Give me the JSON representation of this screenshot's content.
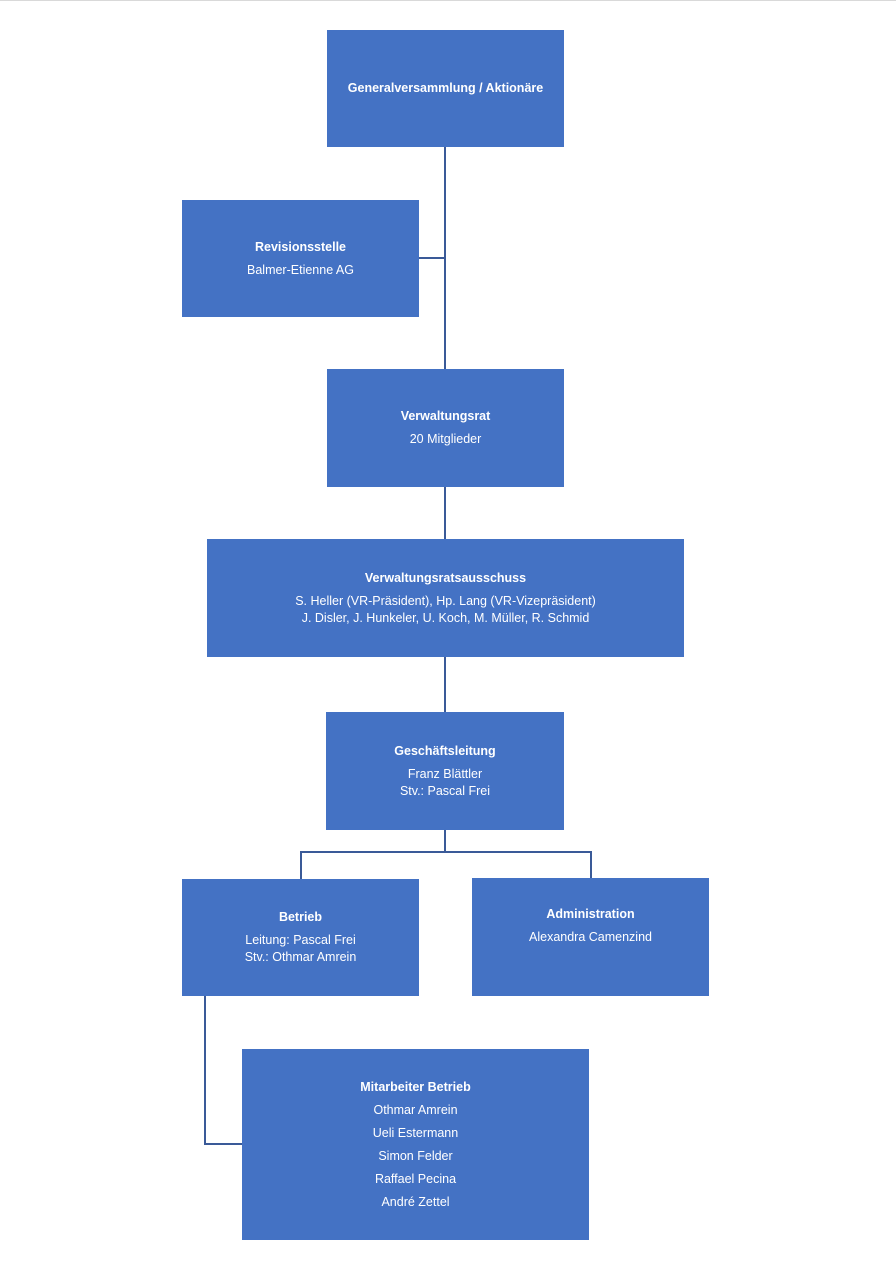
{
  "generalversammlung": {
    "title": "Generalversammlung / Aktionäre"
  },
  "revisionsstelle": {
    "title": "Revisionsstelle",
    "lines": [
      "Balmer-Etienne AG"
    ]
  },
  "verwaltungsrat": {
    "title": "Verwaltungsrat",
    "lines": [
      "20 Mitglieder"
    ]
  },
  "vr_ausschuss": {
    "title": "Verwaltungsratsausschuss",
    "lines": [
      "S. Heller (VR-Präsident), Hp. Lang (VR-Vizepräsident)",
      "J. Disler, J. Hunkeler, U. Koch, M. Müller, R. Schmid"
    ]
  },
  "geschaeftsleitung": {
    "title": "Geschäftsleitung",
    "lines": [
      "Franz Blättler",
      "Stv.: Pascal Frei"
    ]
  },
  "betrieb": {
    "title": "Betrieb",
    "lines": [
      "Leitung: Pascal Frei",
      "Stv.: Othmar Amrein"
    ]
  },
  "administration": {
    "title": "Administration",
    "lines": [
      "Alexandra Camenzind"
    ]
  },
  "mitarbeiter_betrieb": {
    "title": "Mitarbeiter Betrieb",
    "lines": [
      "Othmar Amrein",
      "Ueli Estermann",
      "Simon Felder",
      "Raffael Pecina",
      "André Zettel"
    ]
  },
  "colors": {
    "box_fill": "#4472c4",
    "connector": "#3a5a98",
    "text": "#ffffff"
  }
}
